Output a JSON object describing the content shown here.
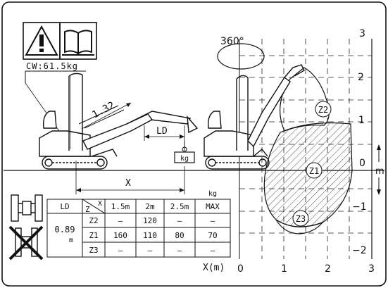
{
  "weight_label": "CW:61.5kg",
  "boom_length_label": "1.32",
  "ld_label": "LD",
  "load_tag": "kg",
  "x_label": "X",
  "table": {
    "unit": "kg",
    "header_ld": "LD",
    "header_z": "Z",
    "header_x": "X",
    "columns": [
      "1.5m",
      "2m",
      "2.5m",
      "MAX"
    ],
    "ld_value": "0.89",
    "ld_unit": "m",
    "rows": [
      {
        "zone": "Z2",
        "values": [
          "—",
          "120",
          "—",
          "—"
        ]
      },
      {
        "zone": "Z1",
        "values": [
          "160",
          "110",
          "80",
          "70"
        ]
      },
      {
        "zone": "Z3",
        "values": [
          "—",
          "—",
          "—",
          "—"
        ]
      }
    ]
  },
  "chart": {
    "rotation_label": "360°",
    "x_axis_label": "X(m)",
    "x_ticks": [
      "0",
      "1",
      "2",
      "3"
    ],
    "y_ticks": [
      "3",
      "2",
      "1",
      "0",
      "−1",
      "−2"
    ],
    "y_axis_label": "m",
    "zones": [
      "Z2",
      "Z1",
      "Z3"
    ]
  }
}
